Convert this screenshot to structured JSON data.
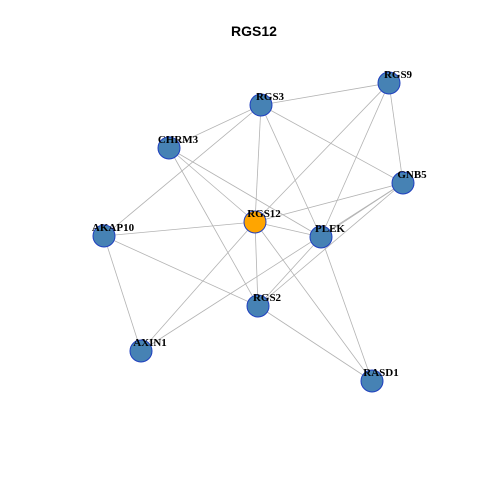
{
  "title": "RGS12",
  "colors": {
    "node_fill": "#4682b4",
    "center_fill": "#ffa500",
    "node_stroke": "#1f3fbf",
    "edge": "#b3b3b3"
  },
  "nodes": [
    {
      "id": "RGS12",
      "label": "RGS12",
      "center": true
    },
    {
      "id": "RGS3",
      "label": "RGS3"
    },
    {
      "id": "RGS9",
      "label": "RGS9"
    },
    {
      "id": "CHRM3",
      "label": "CHRM3"
    },
    {
      "id": "GNB5",
      "label": "GNB5"
    },
    {
      "id": "AKAP10",
      "label": "AKAP10"
    },
    {
      "id": "PLEK",
      "label": "PLEK"
    },
    {
      "id": "RGS2",
      "label": "RGS2"
    },
    {
      "id": "AXIN1",
      "label": "AXIN1"
    },
    {
      "id": "RASD1",
      "label": "RASD1"
    }
  ],
  "edges": [
    [
      "RGS3",
      "RGS9"
    ],
    [
      "RGS3",
      "CHRM3"
    ],
    [
      "RGS3",
      "GNB5"
    ],
    [
      "RGS3",
      "RGS12"
    ],
    [
      "RGS3",
      "PLEK"
    ],
    [
      "RGS3",
      "AKAP10"
    ],
    [
      "RGS9",
      "GNB5"
    ],
    [
      "RGS9",
      "RGS12"
    ],
    [
      "RGS9",
      "PLEK"
    ],
    [
      "CHRM3",
      "RGS12"
    ],
    [
      "CHRM3",
      "PLEK"
    ],
    [
      "CHRM3",
      "RGS2"
    ],
    [
      "GNB5",
      "RGS12"
    ],
    [
      "GNB5",
      "PLEK"
    ],
    [
      "GNB5",
      "RGS2"
    ],
    [
      "GNB5",
      "AXIN1"
    ],
    [
      "AKAP10",
      "RGS12"
    ],
    [
      "AKAP10",
      "RGS2"
    ],
    [
      "AKAP10",
      "AXIN1"
    ],
    [
      "RGS12",
      "PLEK"
    ],
    [
      "RGS12",
      "RGS2"
    ],
    [
      "RGS12",
      "AXIN1"
    ],
    [
      "RGS12",
      "RASD1"
    ],
    [
      "PLEK",
      "RGS2"
    ],
    [
      "PLEK",
      "RASD1"
    ],
    [
      "RGS2",
      "RASD1"
    ]
  ]
}
